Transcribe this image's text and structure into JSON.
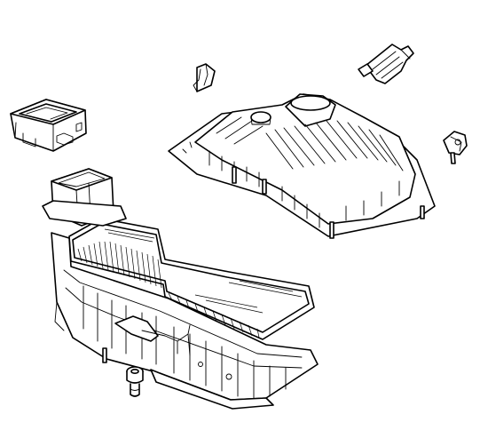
{
  "diagram": {
    "type": "exploded-parts-view",
    "parts": [
      {
        "id": "intake-duct",
        "icon": "intake-duct-icon"
      },
      {
        "id": "retaining-clip",
        "icon": "clip-icon"
      },
      {
        "id": "air-box-cover",
        "icon": "air-box-cover-icon"
      },
      {
        "id": "clamp-fastener",
        "icon": "clamp-icon"
      },
      {
        "id": "push-clip",
        "icon": "push-clip-icon"
      },
      {
        "id": "air-filter-element",
        "icon": "air-filter-icon"
      },
      {
        "id": "air-box-lower-housing",
        "icon": "lower-housing-icon"
      },
      {
        "id": "rubber-grommet",
        "icon": "grommet-icon"
      }
    ],
    "colors": {
      "line": "#000000",
      "background": "#ffffff"
    }
  }
}
